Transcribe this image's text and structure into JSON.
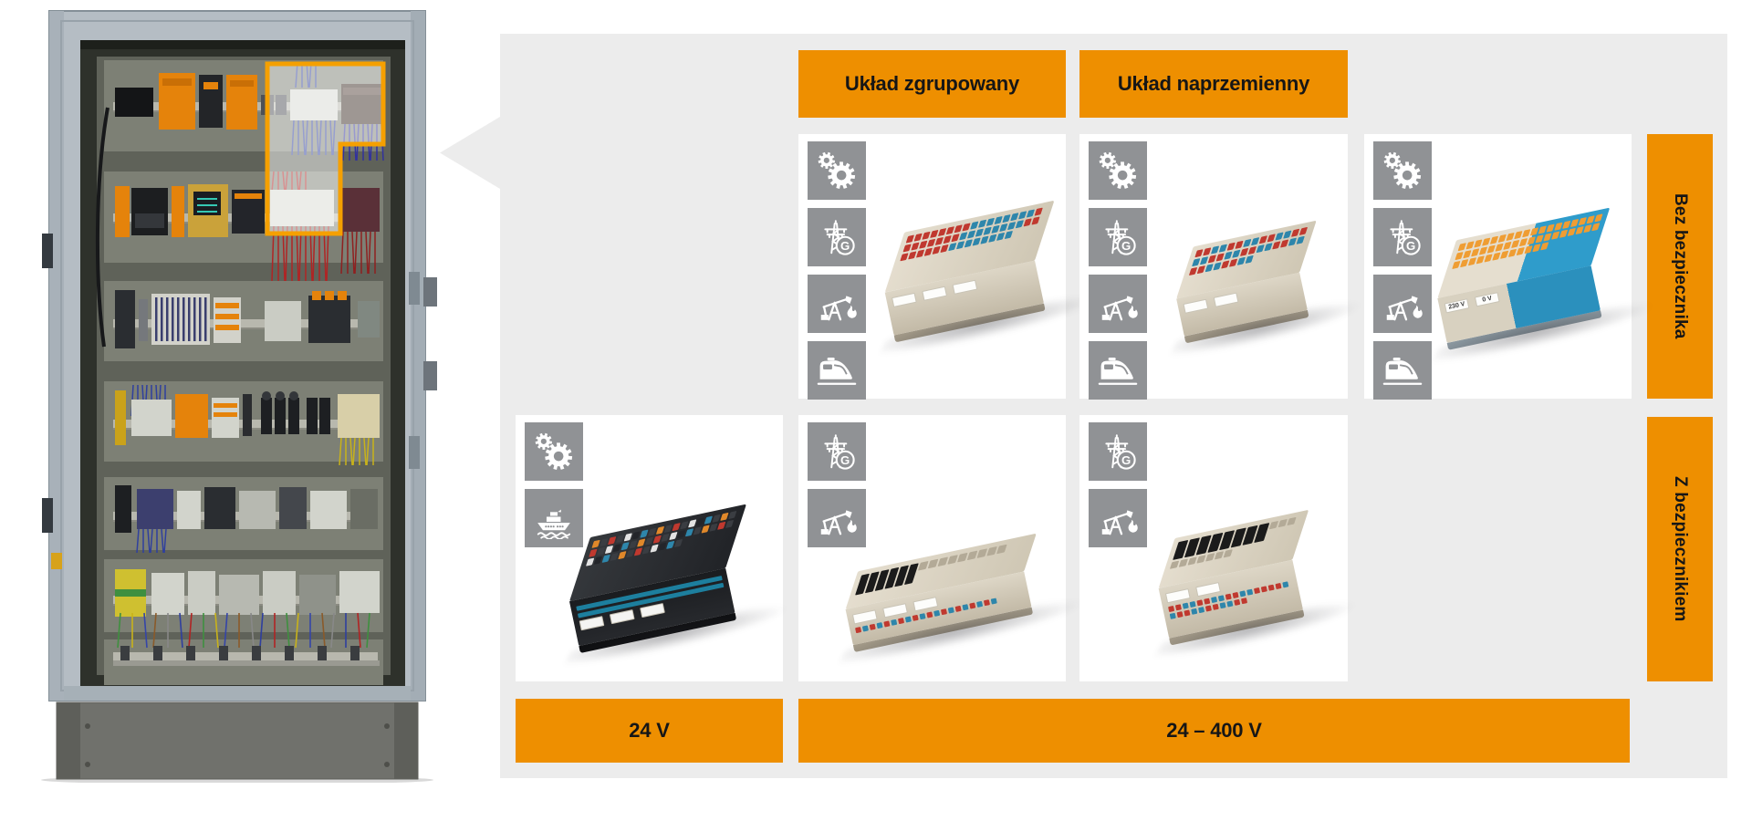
{
  "colors": {
    "accent_orange": "#ee8f00",
    "highlight_orange": "#f5a000",
    "panel_gray": "#ececec",
    "icon_tile_gray": "#909295",
    "card_white": "#ffffff",
    "label_text": "#161616"
  },
  "cabinet": {
    "highlight_color": "#f5a000",
    "highlighted_area": "terminal-rail-section"
  },
  "matrix": {
    "column_headers": [
      {
        "id": "grouped",
        "label": "Układ zgrupowany"
      },
      {
        "id": "alternating",
        "label": "Układ naprzemienny"
      }
    ],
    "row_headers": [
      {
        "id": "no-fuse",
        "label": "Bez bezpiecznika"
      },
      {
        "id": "with-fuse",
        "label": "Z bezpiecznikiem"
      }
    ],
    "voltage_footers": [
      {
        "id": "24v",
        "label": "24 V"
      },
      {
        "id": "24-400v",
        "label": "24 – 400 V"
      }
    ],
    "cards": [
      {
        "id": "24v-marine",
        "voltage": "24 V",
        "arrangement": null,
        "fuse": null,
        "icons": [
          "gears",
          "marine"
        ],
        "product_labels": []
      },
      {
        "id": "grouped-no-fuse",
        "voltage": "24 – 400 V",
        "arrangement": "Układ zgrupowany",
        "fuse": "Bez bezpiecznika",
        "icons": [
          "gears",
          "power-generation",
          "oil-gas",
          "railway"
        ],
        "product_labels": []
      },
      {
        "id": "alternating-no-fuse",
        "voltage": "24 – 400 V",
        "arrangement": "Układ naprzemienny",
        "fuse": "Bez bezpiecznika",
        "icons": [
          "gears",
          "power-generation",
          "oil-gas",
          "railway"
        ],
        "product_labels": []
      },
      {
        "id": "no-fuse-230v",
        "voltage": "24 – 400 V",
        "arrangement": null,
        "fuse": "Bez bezpiecznika",
        "icons": [
          "gears",
          "power-generation",
          "oil-gas",
          "railway"
        ],
        "product_labels": [
          "230 V",
          "0 V"
        ]
      },
      {
        "id": "grouped-with-fuse",
        "voltage": "24 – 400 V",
        "arrangement": "Układ zgrupowany",
        "fuse": "Z bezpiecznikiem",
        "icons": [
          "power-generation",
          "oil-gas"
        ],
        "product_labels": []
      },
      {
        "id": "alternating-with-fuse",
        "voltage": "24 – 400 V",
        "arrangement": "Układ naprzemienny",
        "fuse": "Z bezpiecznikiem",
        "icons": [
          "power-generation",
          "oil-gas"
        ],
        "product_labels": []
      }
    ]
  }
}
